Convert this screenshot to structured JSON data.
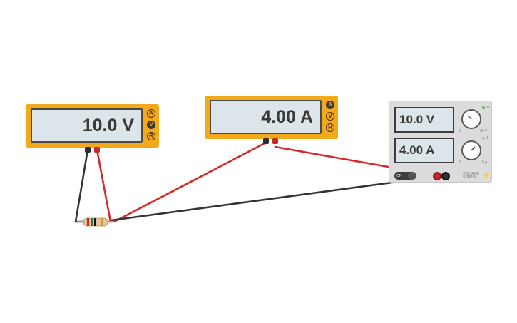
{
  "voltmeter": {
    "reading": "10.0 V",
    "modes": [
      "A",
      "V",
      "R"
    ],
    "active_mode": "V"
  },
  "ammeter": {
    "reading": "4.00 A",
    "modes": [
      "A",
      "V",
      "R"
    ],
    "active_mode": "A"
  },
  "power_supply": {
    "voltage_display": "10.0 V",
    "current_display": "4.00 A",
    "voltage_led_label": "V1",
    "current_led_label": "I1",
    "voltage_min_label": "0",
    "voltage_max_label": "30 V",
    "current_min_label": "0",
    "current_max_label": "5 A",
    "on_label": "ON",
    "brand_label": "VOLTAGE SUPPLY",
    "voltage_led_color": "#46c446",
    "current_led_color": "#bbbbbb"
  },
  "colors": {
    "meter_body": "#f2a91a",
    "wire_red": "#d42a2a",
    "wire_black": "#333333",
    "resistor_body": "#e6c39a"
  }
}
